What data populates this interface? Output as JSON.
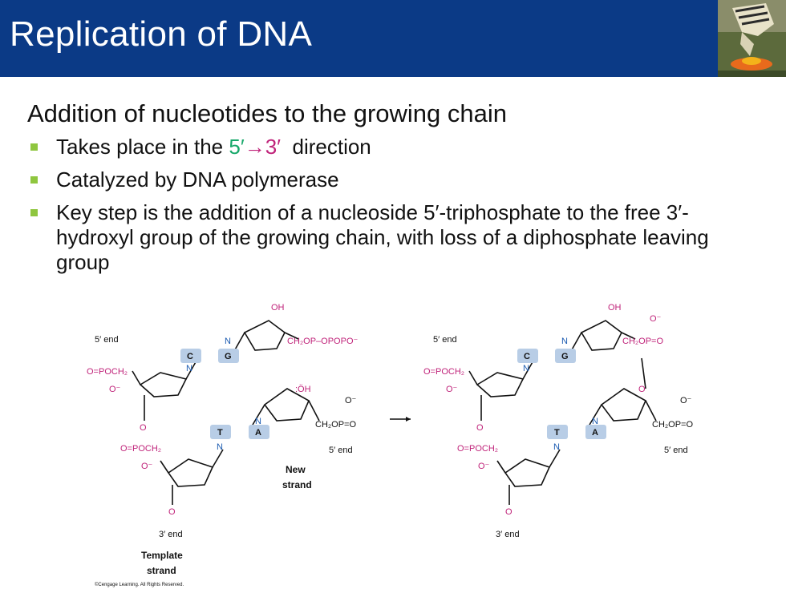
{
  "slide": {
    "title": "Replication of DNA",
    "subtitle": "Addition of nucleotides to the growing chain",
    "bullets": [
      {
        "pre": "Takes place in the ",
        "five": "5′",
        "arrow": "→",
        "three": "3′",
        "post": "  direction"
      },
      {
        "text": "Catalyzed by DNA polymerase"
      },
      {
        "text": "Key step is the addition of a nucleoside 5′-triphosphate to the free 3′-hydroxyl group of the growing chain, with loss of a diphosphate leaving group"
      }
    ]
  },
  "colors": {
    "header": "#0b3a86",
    "bullet": "#8fc63f",
    "five_prime": "#17a86a",
    "three_prime": "#c0237a",
    "phosphate": "#c0237a",
    "nitrogen": "#1a5ab0",
    "base_box": "#b8cde6"
  },
  "figure": {
    "five_end": "5′ end",
    "three_end": "3′ end",
    "new_strand": [
      "New",
      "strand"
    ],
    "template_strand": [
      "Template",
      "strand"
    ],
    "copyright": "©Cengage Learning. All Rights Reserved.",
    "bases": {
      "c": "C",
      "g": "G",
      "t": "T",
      "a": "A"
    },
    "chem": {
      "oh": "OH",
      "o": "O",
      "n": "N",
      "o_minus": "O⁻",
      "poch2": "O=POCH₂",
      "ch2op_o": "CH₂OP=O",
      "ch2opopopo": "CH₂OP–OPOPO⁻",
      "p_o": "O",
      "oh_dots": ":ÖH"
    }
  }
}
